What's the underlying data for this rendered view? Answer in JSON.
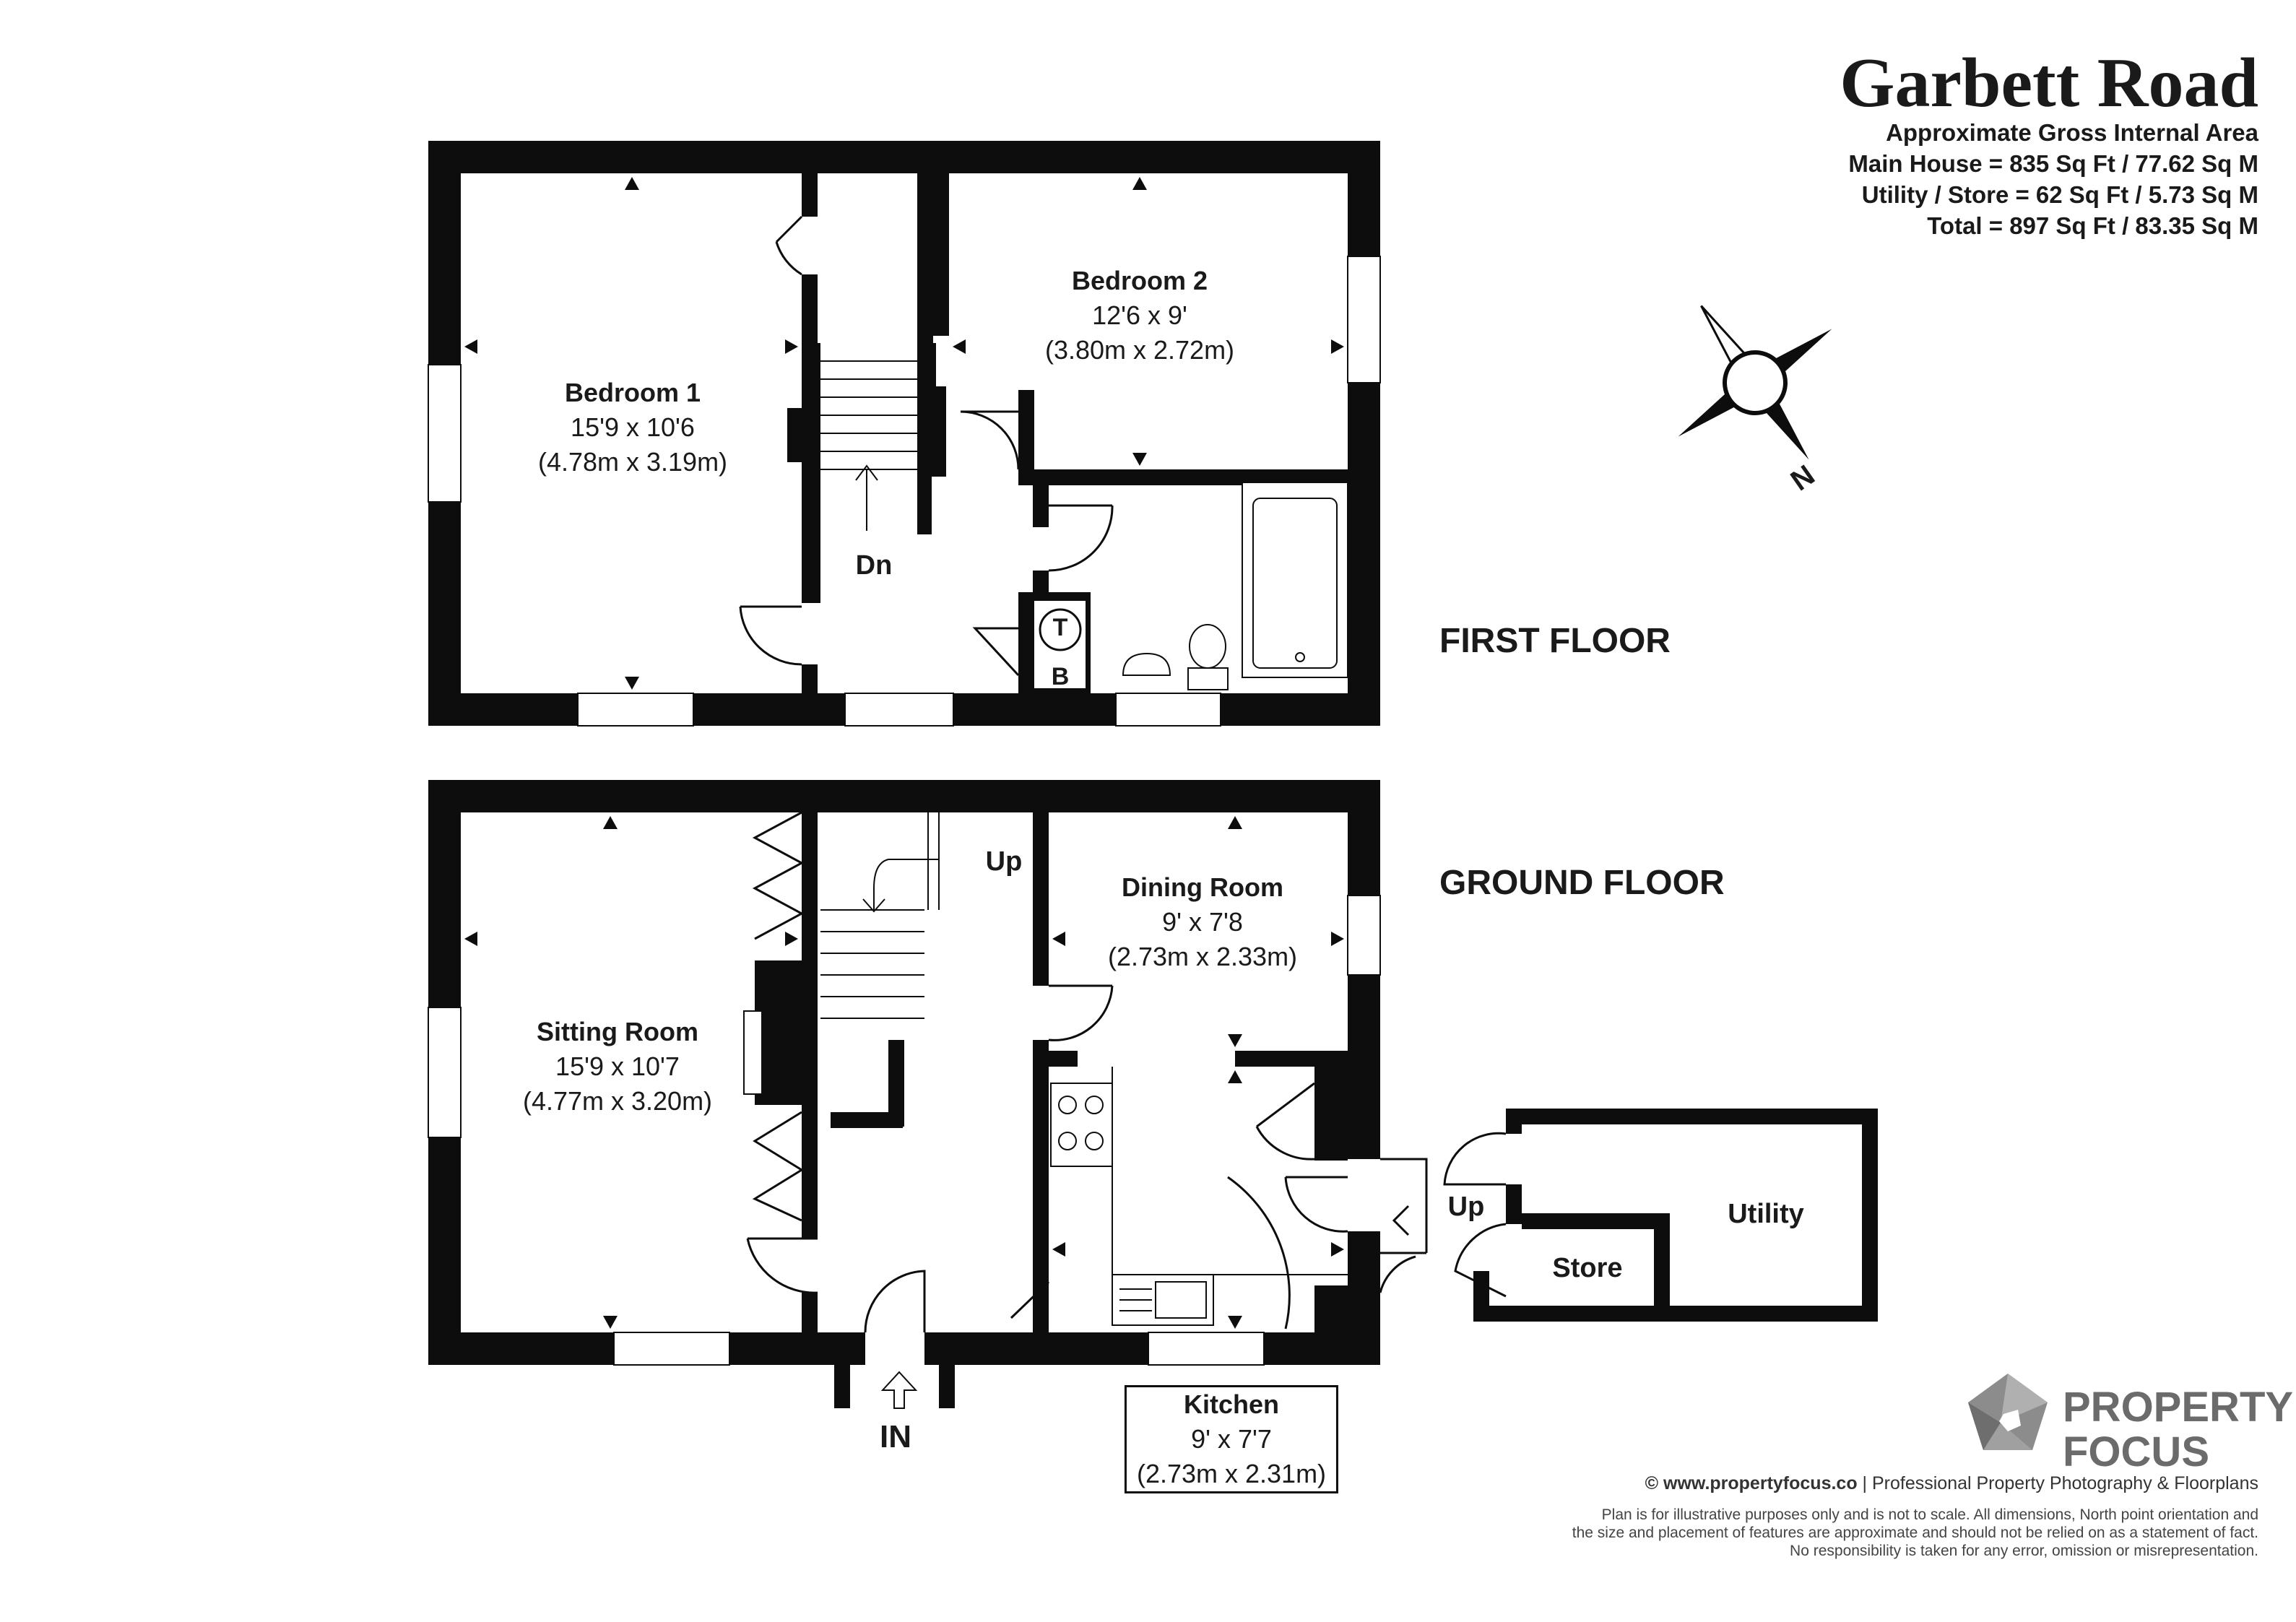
{
  "header": {
    "title": "Garbett Road",
    "subtitle": "Approximate Gross Internal Area",
    "main_house": "Main House = 835 Sq Ft / 77.62 Sq M",
    "utility_store": "Utility / Store = 62 Sq Ft / 5.73 Sq M",
    "total": "Total = 897 Sq Ft / 83.35 Sq M"
  },
  "floors": {
    "first": "FIRST FLOOR",
    "ground": "GROUND FLOOR"
  },
  "rooms": {
    "bedroom1": {
      "name": "Bedroom 1",
      "imperial": "15'9 x 10'6",
      "metric": "(4.78m x 3.19m)"
    },
    "bedroom2": {
      "name": "Bedroom 2",
      "imperial": "12'6 x 9'",
      "metric": "(3.80m x 2.72m)"
    },
    "sitting_room": {
      "name": "Sitting Room",
      "imperial": "15'9 x 10'7",
      "metric": "(4.77m x 3.20m)"
    },
    "dining_room": {
      "name": "Dining Room",
      "imperial": "9' x 7'8",
      "metric": "(2.73m x 2.33m)"
    },
    "kitchen": {
      "name": "Kitchen",
      "imperial": "9' x 7'7",
      "metric": "(2.73m x 2.31m)"
    }
  },
  "labels": {
    "down": "Dn",
    "up_stairs": "Up",
    "up_utility": "Up",
    "entrance": "IN",
    "store": "Store",
    "utility": "Utility",
    "tank": "T",
    "boiler": "B",
    "north": "N"
  },
  "brand": {
    "line1": "PROPERTY",
    "line2": "FOCUS"
  },
  "credit": {
    "site": "© www.propertyfocus.co",
    "rest": " | Professional Property Photography & Floorplans"
  },
  "disclaimer": {
    "line1": "Plan is for illustrative purposes only and is not to scale. All dimensions, North point orientation and",
    "line2": "the size and placement of features are approximate and should not be relied on as a statement of fact.",
    "line3": "No responsibility is taken for any error, omission or misrepresentation."
  },
  "colors": {
    "wall": "#0d0d0d",
    "text": "#1a1a1a",
    "brand_grey": "#6b6b6b"
  }
}
